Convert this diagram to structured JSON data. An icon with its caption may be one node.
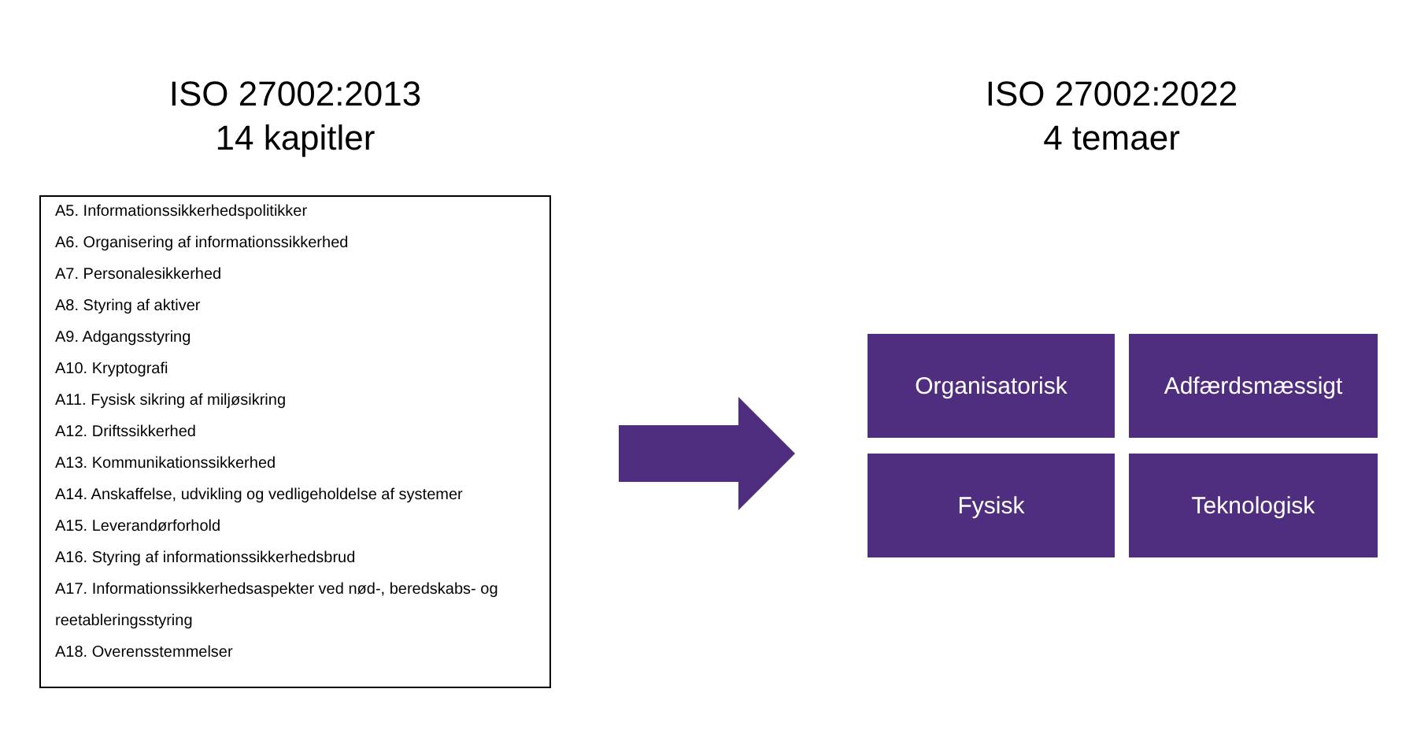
{
  "diagram": {
    "nodes": [
      {
        "text": [
          "ISO 27002:2013 14 kapitler",
          "A5. Informationssikkerhedspolitikker",
          "A6. Organisering af informationssikkerhed",
          "A7. Personalesikkerhed",
          "A8. Styring af aktiver",
          "A9. Adgangsstyring",
          "A10. Kryptografi",
          "A11. Fysisk sikring af miljøsikring",
          "A12. Driftssikkerhed",
          "A13. Kommunikationssikkerhed",
          "A14. Anskaffelse, udvikling og vedligeholdelse af systemer",
          "A15. Leverandørforhold",
          "A16. Styring af informationssikkerhedsbrud",
          "A17. Informationssikkerhedsaspekter ved nød-, beredskabs- og reetableringsstyring",
          "A18. Overensstemmelser"
        ]
      },
      {
        "text": [
          "Organisatorisk"
        ]
      },
      {
        "text": [
          "Adfærdsmæssigt"
        ]
      },
      {
        "text": [
          "Fysisk"
        ]
      },
      {
        "text": [
          "Teknologisk"
        ]
      }
    ],
    "edges": [
      {
        "from": 0,
        "to": 1,
        "arrow": "to"
      }
    ],
    "labels": [
      "ISO 27002:2022 4 temaer"
    ]
  }
}
